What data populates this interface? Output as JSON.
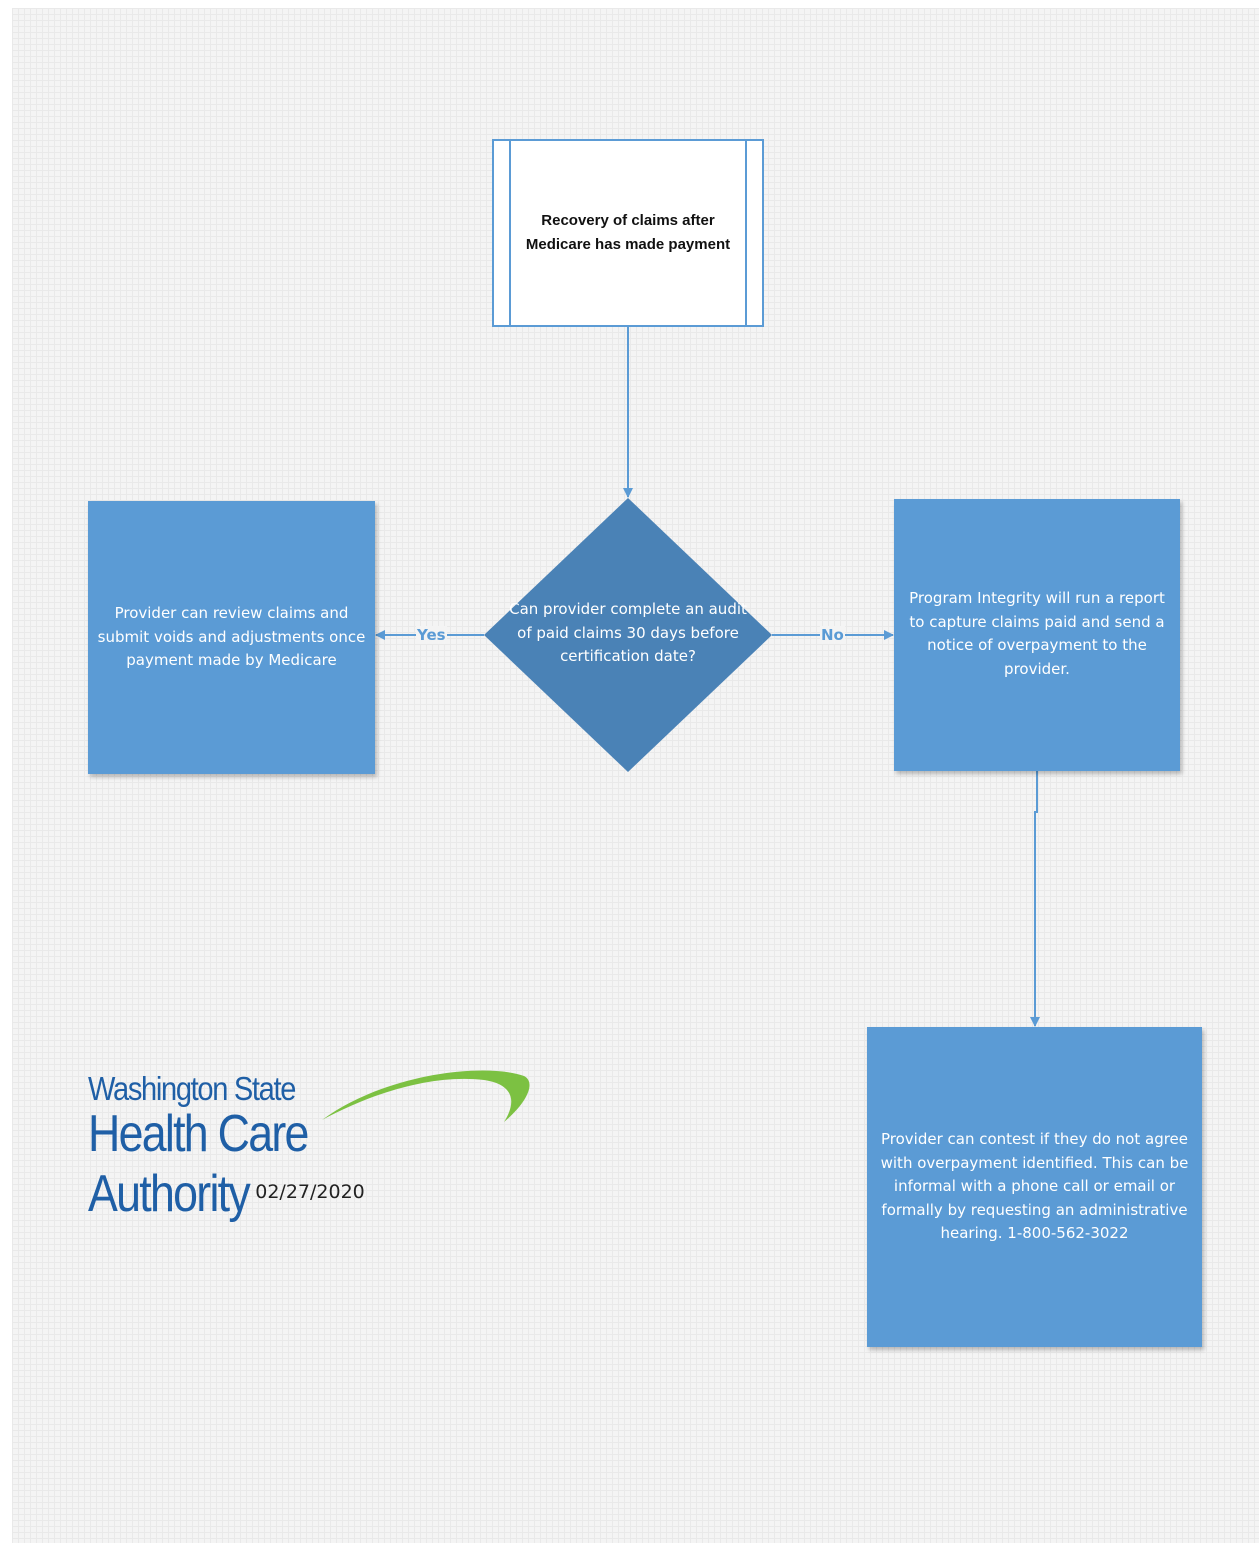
{
  "flowchart": {
    "start": {
      "label": "Recovery of claims after Medicare has made payment"
    },
    "decision": {
      "label": "Can provider complete an audit of paid claims 30 days before certification date?"
    },
    "yes_label": "Yes",
    "no_label": "No",
    "yes_outcome": {
      "label": "Provider can review claims and submit voids and adjustments once payment made by Medicare"
    },
    "no_outcome": {
      "label": "Program Integrity will run a report to capture claims paid and send a notice of overpayment to the provider."
    },
    "contest": {
      "label": "Provider can contest if they do not agree with overpayment identified. This can be informal with a phone call or email or formally by requesting an administrative hearing. 1-800-562-3022"
    }
  },
  "logo": {
    "line1": "Washington State",
    "line2": "Health Care Authority"
  },
  "date": "02/27/2020",
  "colors": {
    "box": "#5b9bd5",
    "decision": "#4a82b6",
    "logo_blue": "#1f5fa6",
    "logo_green": "#7cc142"
  }
}
